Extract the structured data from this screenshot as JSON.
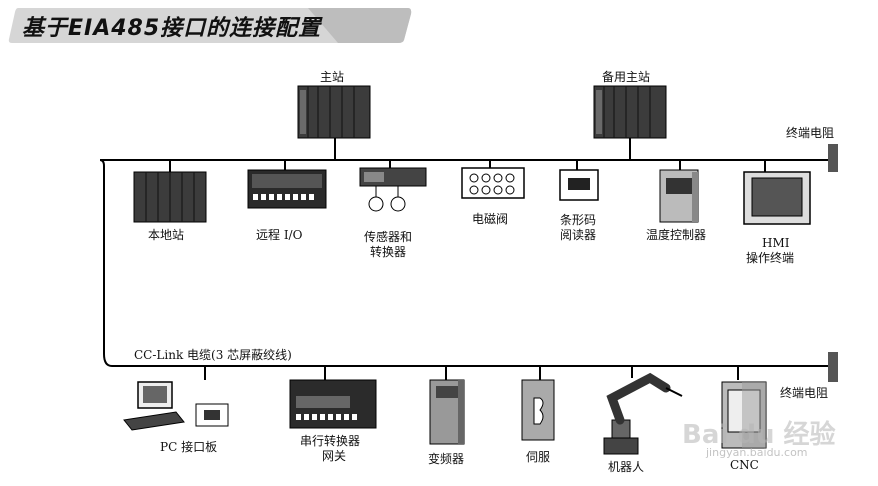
{
  "title": "基于EIA485接口的连接配置",
  "masters": {
    "main": "主站",
    "backup": "备用主站"
  },
  "terminators": {
    "top": "终端电阻",
    "bottom": "终端电阻"
  },
  "cable_label": "CC-Link  电缆(3 芯屏蔽绞线)",
  "top_devices": {
    "local_station": "本地站",
    "remote_io": "远程  I/O",
    "sensor_line1": "传感器和",
    "sensor_line2": "转换器",
    "solenoid_valve": "电磁阀",
    "barcode_line1": "条形码",
    "barcode_line2": "阅读器",
    "temp_controller": "温度控制器",
    "hmi_line1": "HMI",
    "hmi_line2": "操作终端"
  },
  "bottom_devices": {
    "pc_board": "PC  接口板",
    "serial_line1": "串行转换器",
    "serial_line2": "网关",
    "inverter": "变频器",
    "servo": "伺服",
    "robot": "机器人",
    "cnc": "CNC"
  },
  "watermark": {
    "brand": "Bai du 经验",
    "url": "jingyan.baidu.com"
  }
}
